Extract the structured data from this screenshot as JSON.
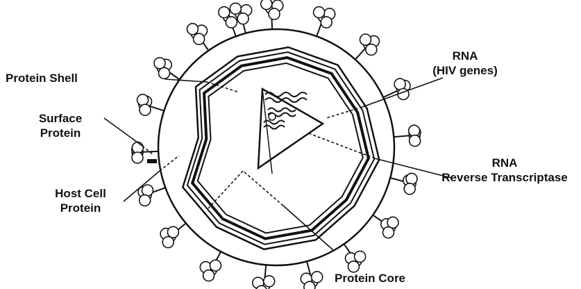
{
  "labels": {
    "protein_shell": "Protein Shell",
    "surface_protein_1": "Surface",
    "surface_protein_2": "Protein",
    "host_cell_1": "Host Cell",
    "host_cell_2": "Protein",
    "rna_top_1": "RNA",
    "rna_top_2": "(HIV genes)",
    "rna_rt_1": "RNA",
    "rna_rt_2": "Reverse Transcriptase",
    "protein_core": "Protein Core"
  },
  "colors": {
    "ink": "#111111",
    "shell_fill": "#ffffff"
  }
}
